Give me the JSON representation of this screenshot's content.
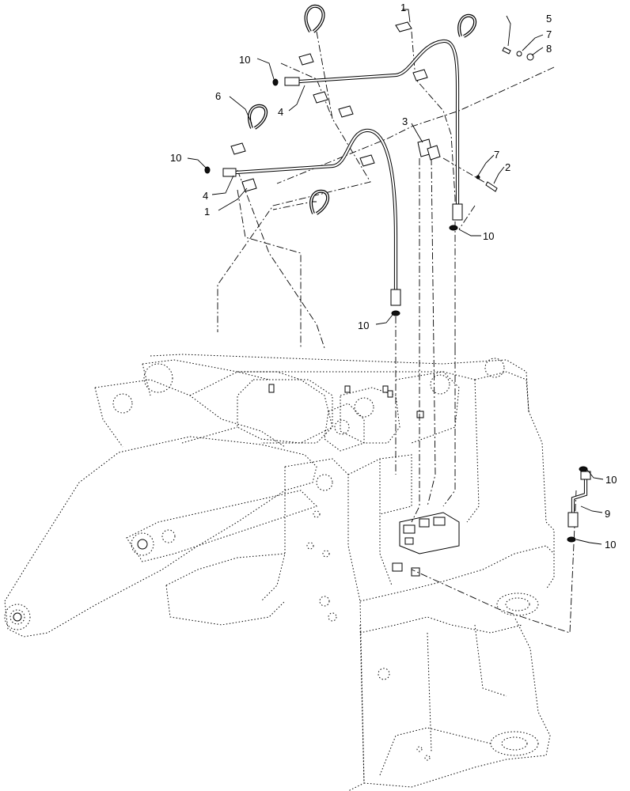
{
  "callouts": [
    {
      "id": "c1a",
      "text": "1"
    },
    {
      "id": "c1b",
      "text": "1"
    },
    {
      "id": "c2",
      "text": "2"
    },
    {
      "id": "c3",
      "text": "3"
    },
    {
      "id": "c4a",
      "text": "4"
    },
    {
      "id": "c4b",
      "text": "4"
    },
    {
      "id": "c5",
      "text": "5"
    },
    {
      "id": "c6",
      "text": "6"
    },
    {
      "id": "c7a",
      "text": "7"
    },
    {
      "id": "c7b",
      "text": "7"
    },
    {
      "id": "c8",
      "text": "8"
    },
    {
      "id": "c9",
      "text": "9"
    },
    {
      "id": "c10a",
      "text": "10"
    },
    {
      "id": "c10b",
      "text": "10"
    },
    {
      "id": "c10c",
      "text": "10"
    },
    {
      "id": "c10d",
      "text": "10"
    },
    {
      "id": "c10e",
      "text": "10"
    },
    {
      "id": "c10f",
      "text": "10"
    }
  ]
}
